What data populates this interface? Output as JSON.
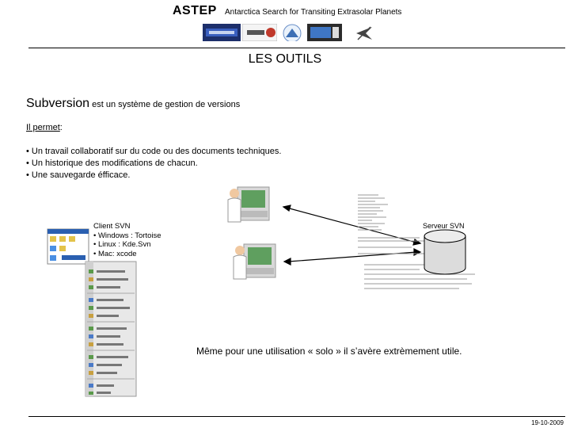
{
  "header": {
    "brand": "ASTEP",
    "subtitle": "Antarctica Search for Transiting Extrasolar Planets",
    "logos": [
      "CamSat",
      "FIZEAU",
      "OHP",
      "OAM",
      "DLR"
    ]
  },
  "slide": {
    "title": "LES OUTILS",
    "intro_term": "Subversion",
    "intro_rest": " est un système de gestion de versions",
    "permet_label": "Il permet",
    "permet_colon": ":",
    "bullets": [
      "• Un travail collaboratif sur du code ou des documents techniques.",
      "• Un historique des modifications de chacun.",
      "• Une sauvegarde éfficace."
    ]
  },
  "diagram": {
    "client_title": "Client SVN",
    "client_items": [
      "• Windows : Tortoise",
      "• Linux : Kde.Svn",
      "• Mac: xcode"
    ],
    "server_label": "Serveur SVN"
  },
  "note": "Même pour une utilisation « solo » il s’avère extrèmement utile.",
  "footer": {
    "date": "19-10-2009"
  },
  "colors": {
    "server_fill": "#dcdcdc",
    "menu_bg": "#e8e8e8",
    "screen_green": "#5f9f5f",
    "win_blue": "#2a5fb0"
  }
}
